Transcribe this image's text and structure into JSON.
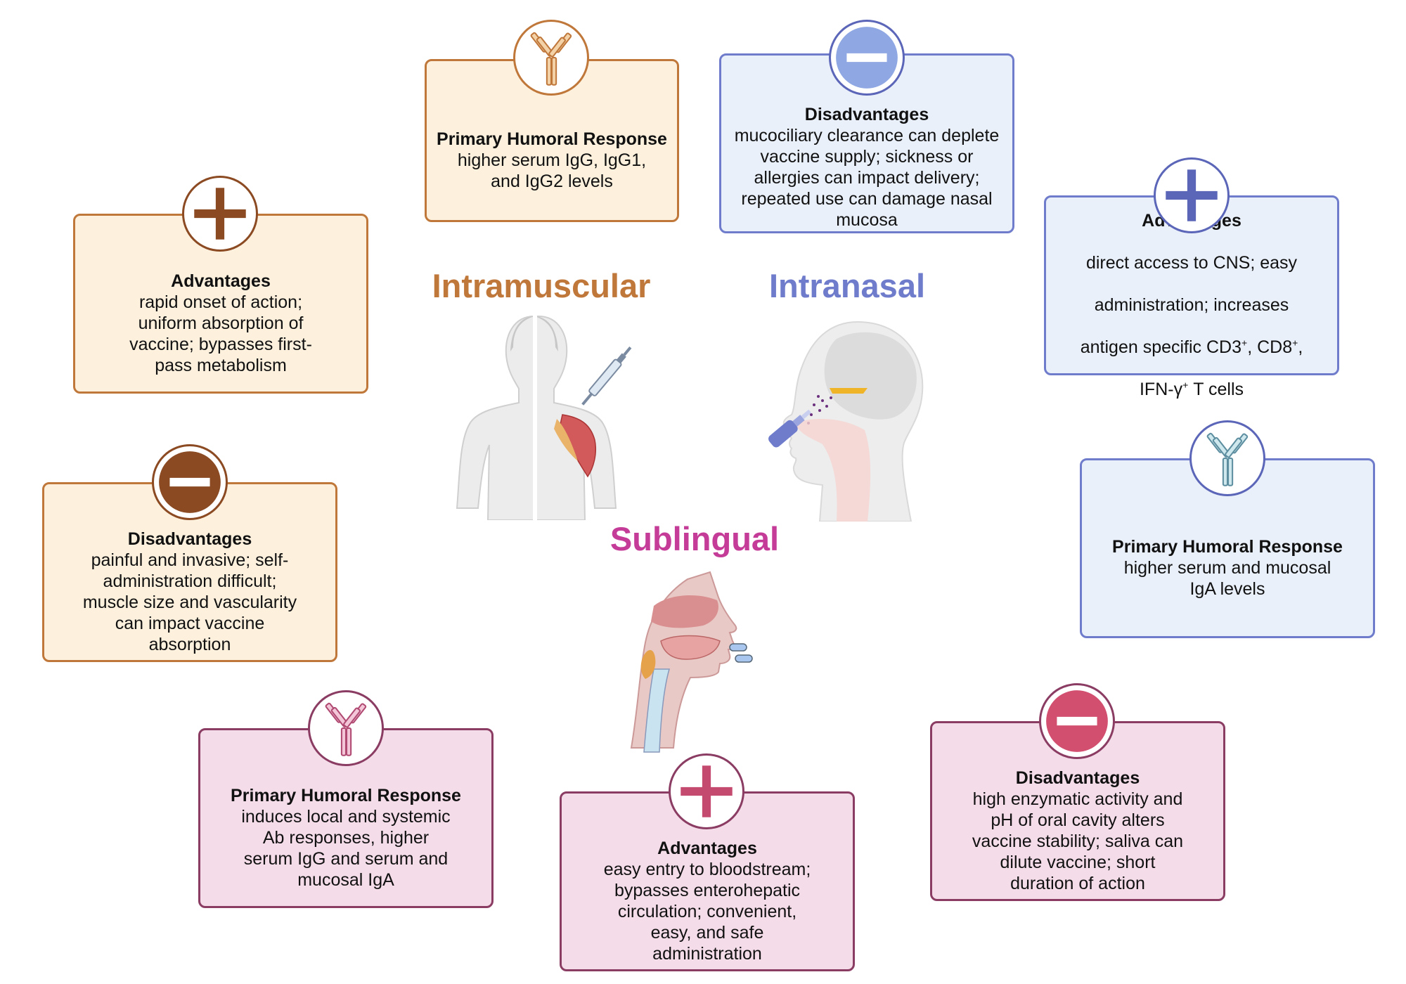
{
  "routes": {
    "intramuscular": {
      "title": "Intramuscular",
      "color": "#c0773a",
      "humoral": {
        "title": "Primary Humoral Response",
        "text": "higher serum IgG, IgG1,\nand IgG2 levels"
      },
      "advantages": {
        "title": "Advantages",
        "text": "rapid onset of action;\nuniform absorption of\nvaccine; bypasses first-\npass metabolism"
      },
      "disadvantages": {
        "title": "Disadvantages",
        "text": "painful and invasive; self-\nadministration difficult;\nmuscle size and vascularity\ncan impact vaccine\nabsorption"
      }
    },
    "intranasal": {
      "title": "Intranasal",
      "color": "#6f7ccc",
      "disadvantages": {
        "title": "Disadvantages",
        "text": "mucociliary clearance can deplete\nvaccine supply; sickness or\nallergies can impact delivery;\nrepeated use can damage nasal\nmucosa"
      },
      "advantages": {
        "title": "Advantages",
        "text_line1": "direct access to CNS; easy",
        "text_line2": "administration; increases",
        "text_line3a": "antigen specific CD3",
        "sup1": "+",
        "text_line3b": ", CD8",
        "sup2": "+",
        "text_line3c": ",",
        "text_line4a": "IFN-γ",
        "sup3": "+",
        "text_line4b": " T cells"
      },
      "humoral": {
        "title": "Primary Humoral Response",
        "text": "higher serum and mucosal\nIgA levels"
      }
    },
    "sublingual": {
      "title": "Sublingual",
      "color": "#c43c97",
      "humoral": {
        "title": "Primary Humoral Response",
        "text": "induces local and systemic\nAb responses, higher\nserum IgG and serum and\nmucosal IgA"
      },
      "advantages": {
        "title": "Advantages",
        "text": "easy entry to bloodstream;\nbypasses enterohepatic\ncirculation; convenient,\neasy, and safe\nadministration"
      },
      "disadvantages": {
        "title": "Disadvantages",
        "text": "high enzymatic activity and\npH of oral cavity alters\nvaccine stability; saliva can\ndilute vaccine; short\nduration of action"
      }
    }
  },
  "icons": {
    "im_antibody": "antibody-icon",
    "im_plus": "plus-icon",
    "im_minus": "minus-icon",
    "in_minus": "minus-icon",
    "in_plus": "plus-icon",
    "in_antibody": "antibody-icon",
    "sl_antibody": "antibody-icon",
    "sl_plus": "plus-icon",
    "sl_minus": "minus-icon"
  },
  "colors": {
    "im_icon": "#8b4a22",
    "in_icon": "#5b66b8",
    "in_minus_fill": "#8fa8e4",
    "sl_icon": "#8b3c63",
    "sl_plus_fill": "#c44a70",
    "sl_minus_fill": "#d24f70"
  }
}
